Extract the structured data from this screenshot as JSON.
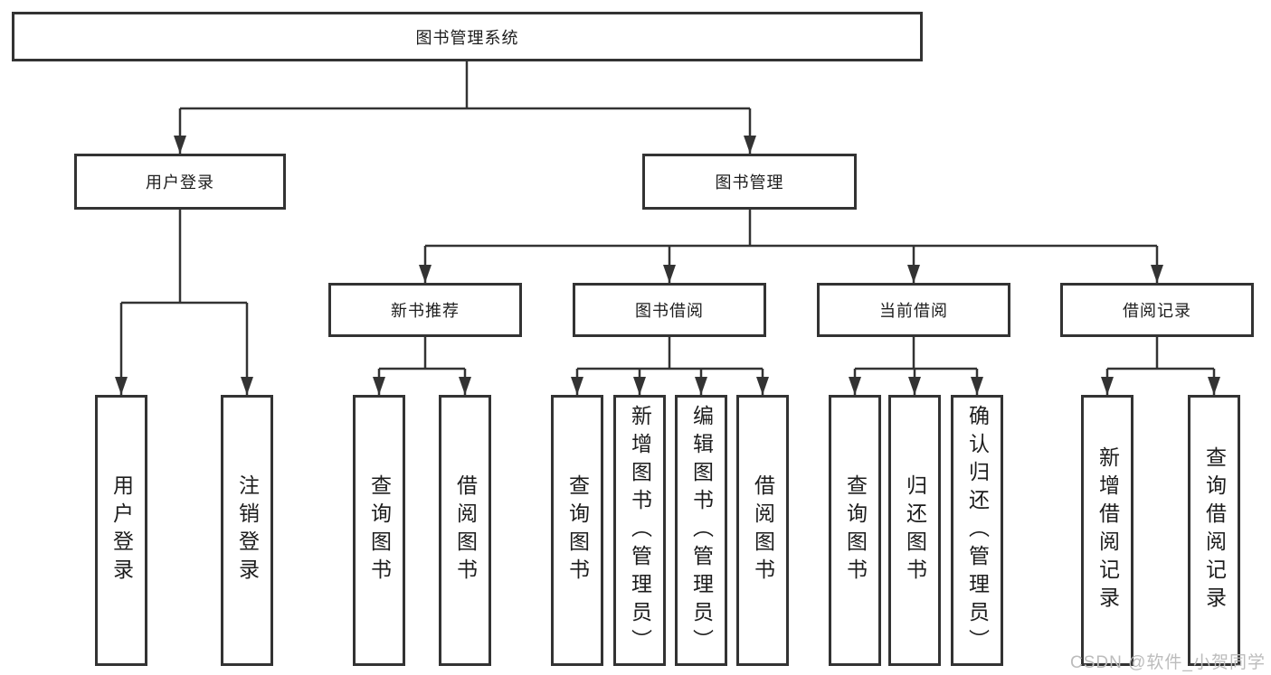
{
  "diagram": {
    "root": {
      "label": "图书管理系统"
    },
    "level2": [
      {
        "label": "用户登录"
      },
      {
        "label": "图书管理"
      }
    ],
    "level3": [
      {
        "label": "新书推荐"
      },
      {
        "label": "图书借阅"
      },
      {
        "label": "当前借阅"
      },
      {
        "label": "借阅记录"
      }
    ],
    "leaves": [
      {
        "label": "用户登录"
      },
      {
        "label": "注销登录"
      },
      {
        "label": "查询图书"
      },
      {
        "label": "借阅图书"
      },
      {
        "label": "查询图书"
      },
      {
        "label": "新增图书（管理员）"
      },
      {
        "label": "编辑图书（管理员）"
      },
      {
        "label": "借阅图书"
      },
      {
        "label": "查询图书"
      },
      {
        "label": "归还图书"
      },
      {
        "label": "确认归还（管理员）"
      },
      {
        "label": "新增借阅记录"
      },
      {
        "label": "查询借阅记录"
      }
    ]
  },
  "watermark": {
    "text": "CSDN @软件_小贺同学"
  },
  "colors": {
    "line": "#333333",
    "text": "#1d1d1d",
    "watermark": "#bcbcbc",
    "background": "#ffffff"
  }
}
